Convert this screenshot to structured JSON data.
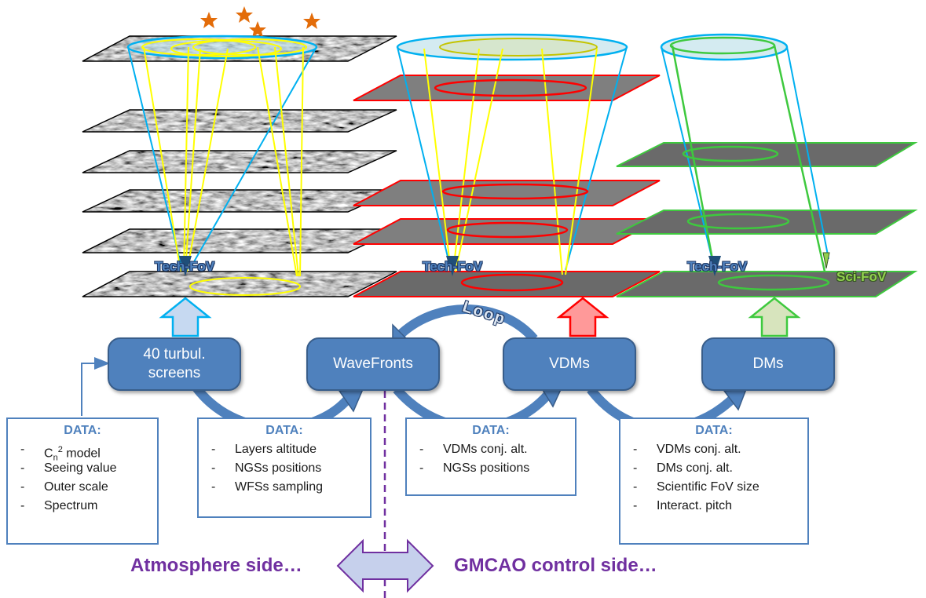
{
  "nodes": {
    "turbulence": "40 turbul.\nscreens",
    "wavefronts": "WaveFronts",
    "vdms": "VDMs",
    "dms": "DMs"
  },
  "data_boxes": [
    {
      "title": "DATA:",
      "items": [
        "Cₙ² model",
        "Seeing value",
        "Outer scale",
        "Spectrum"
      ]
    },
    {
      "title": "DATA:",
      "items": [
        "Layers altitude",
        "NGSs positions",
        "WFSs sampling"
      ]
    },
    {
      "title": "DATA:",
      "items": [
        "VDMs conj. alt.",
        "NGSs positions"
      ]
    },
    {
      "title": "DATA:",
      "items": [
        "VDMs conj. alt.",
        "DMs conj. alt.",
        "Scientific FoV size",
        "Interact. pitch"
      ]
    }
  ],
  "fov_labels": {
    "tech": "Tech-FoV",
    "sci": "Sci-FoV"
  },
  "loop_label": "Loop",
  "sides": {
    "atmosphere": "Atmosphere side…",
    "control": "GMCAO control side…"
  },
  "colors": {
    "node_fill": "#4f81bd",
    "cone_blue": "#00b0f0",
    "ray_yellow": "#ffff00",
    "vdm_red": "#ff0000",
    "dm_green": "#3ec93e",
    "side_purple": "#7030a0",
    "star_orange": "#e36c09"
  }
}
